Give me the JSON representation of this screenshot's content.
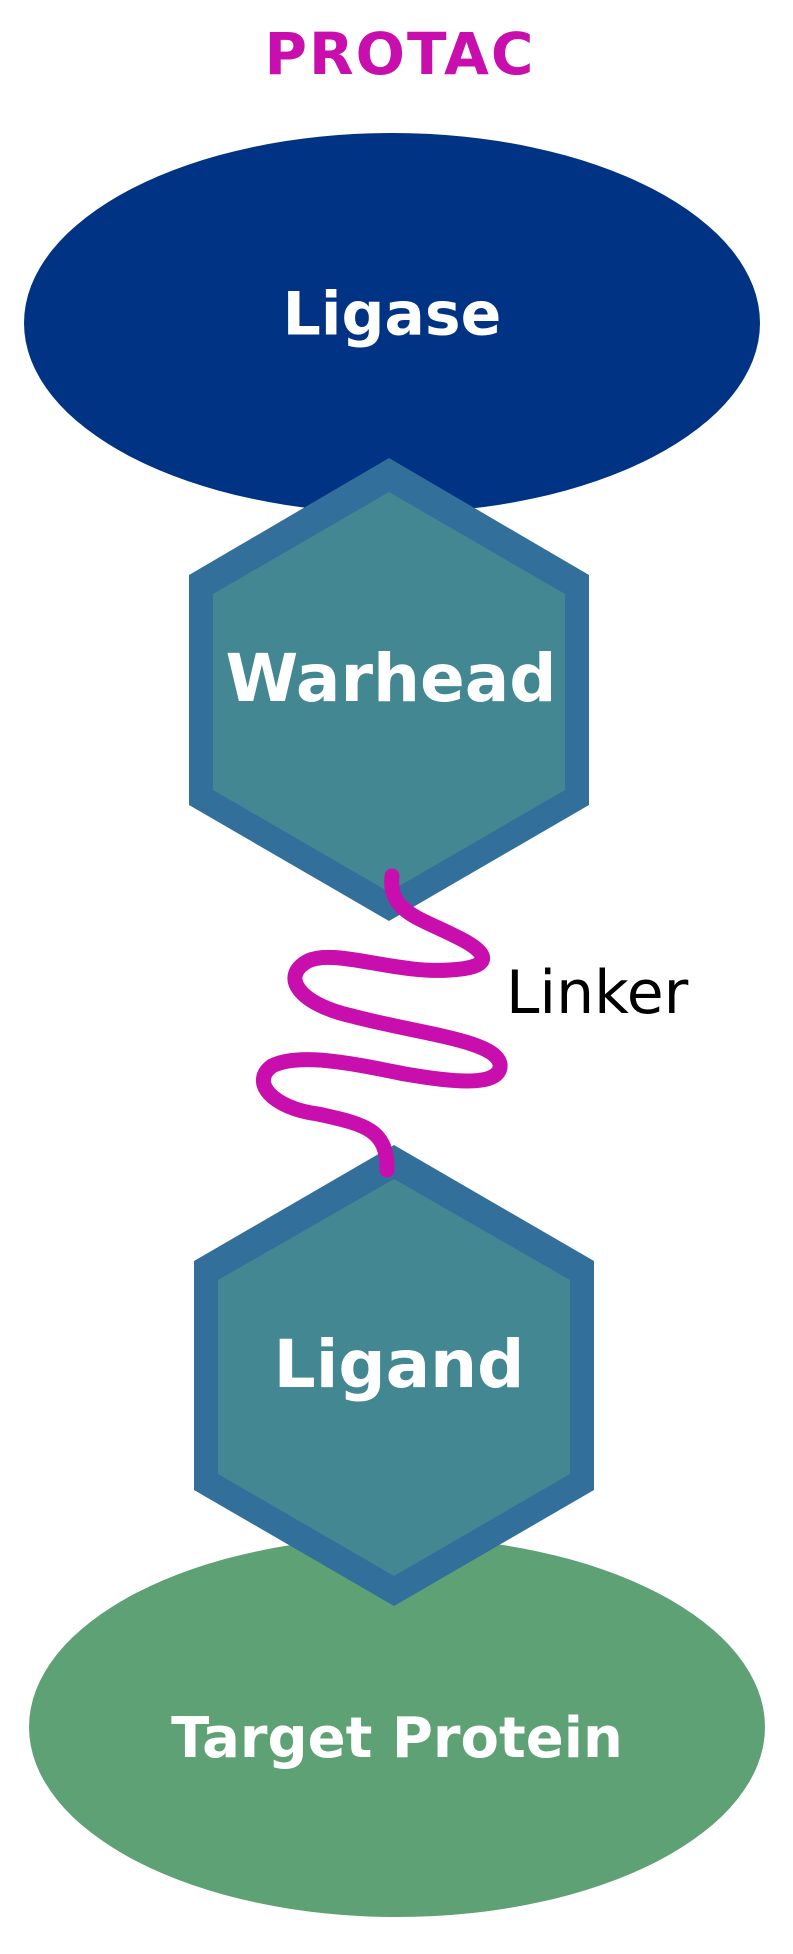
{
  "title": "PROTAC",
  "nodes": {
    "ligase": {
      "label": "Ligase"
    },
    "warhead": {
      "label": "Warhead"
    },
    "linker": {
      "label": "Linker"
    },
    "ligand": {
      "label": "Ligand"
    },
    "target_protein": {
      "label": "Target Protein"
    }
  },
  "colors": {
    "title": "#c80fae",
    "ligase_fill": "#003383",
    "hexagon_outer": "#336f9b",
    "hexagon_inner": "#428791",
    "linker_stroke": "#c80fae",
    "target_fill": "#5ea175",
    "label_text": "#ffffff",
    "linker_text": "#000000"
  }
}
